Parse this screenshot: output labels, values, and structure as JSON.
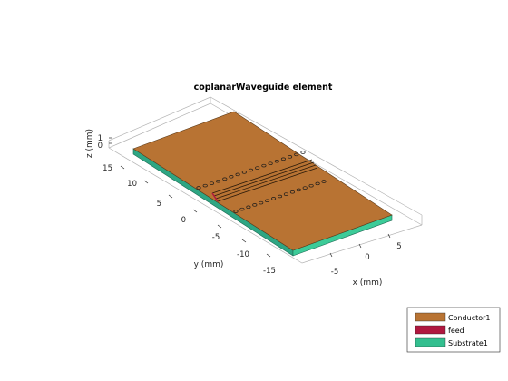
{
  "figure": {
    "title": "coplanarWaveguide element",
    "axes": {
      "x_label": "x (mm)",
      "y_label": "y (mm)",
      "z_label": "z (mm)",
      "x_ticks": [
        "5",
        "0",
        "-5"
      ],
      "y_ticks": [
        "15",
        "10",
        "5",
        "0",
        "-5",
        "-10",
        "-15"
      ],
      "z_ticks": [
        "1",
        "0"
      ]
    },
    "legend": {
      "entries": [
        {
          "label": "Conductor1",
          "color": "#b87333"
        },
        {
          "label": "feed",
          "color": "#b0173f"
        },
        {
          "label": "Substrate1",
          "color": "#33bf8f"
        }
      ]
    }
  }
}
